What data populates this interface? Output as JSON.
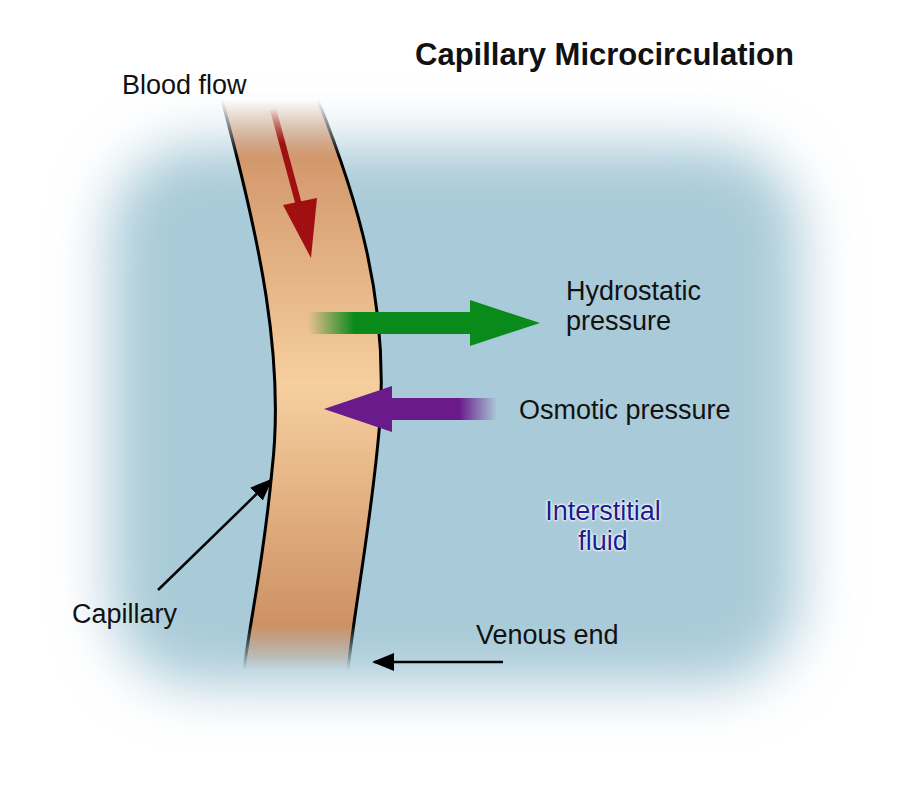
{
  "diagram": {
    "title": "Capillary Microcirculation",
    "labels": [
      "Blood flow",
      "Hydrostatic pressure",
      "Osmotic pressure",
      "Interstitial fluid",
      "Capillary",
      "Venous end"
    ]
  }
}
